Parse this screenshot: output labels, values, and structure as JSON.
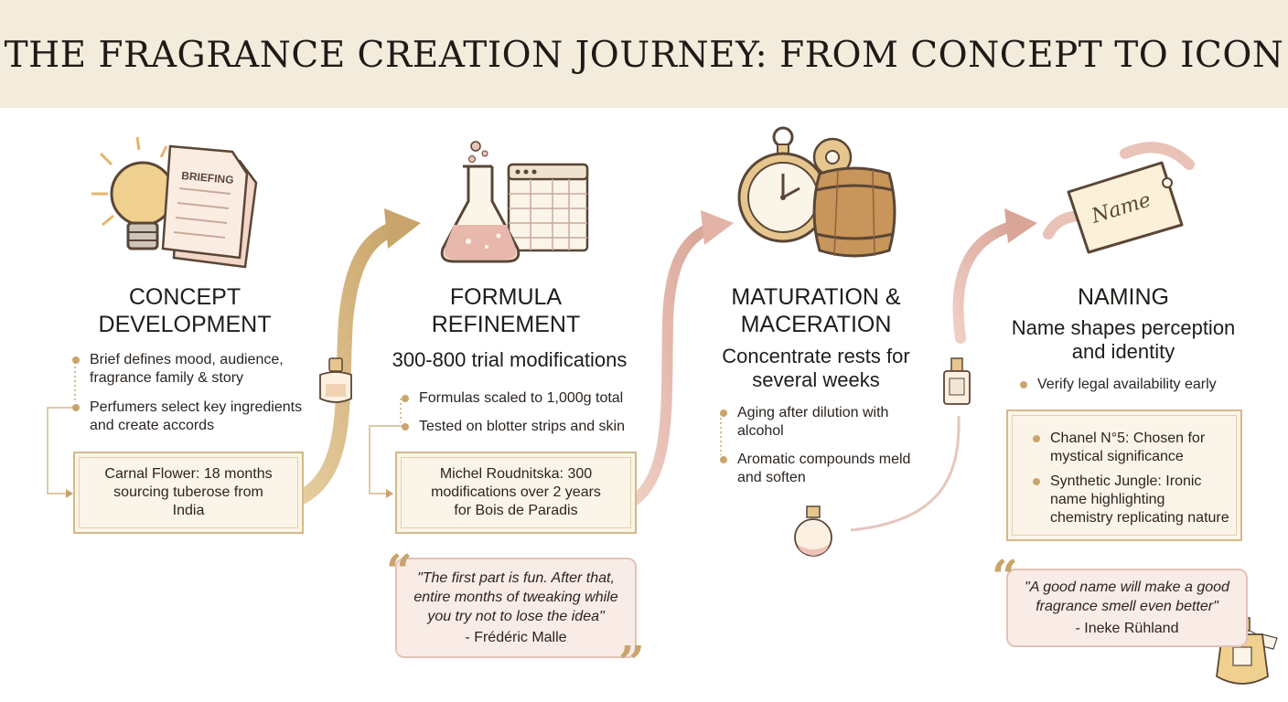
{
  "title": "THE FRAGRANCE CREATION JOURNEY: FROM CONCEPT TO ICON",
  "colors": {
    "header_bg": "#f3ebdb",
    "gold": "#c9a56b",
    "rose": "#e6b9ad",
    "box_bg": "#fbf5e9",
    "quote_bg": "#f9ece7"
  },
  "stages": [
    {
      "title_line1": "CONCEPT",
      "title_line2": "DEVELOPMENT",
      "icon": "lightbulb-briefing-icon",
      "icon_label": "BRIEFING",
      "bullets": [
        "Brief defines mood, audience,",
        "fragrance family & story",
        "Perfumers select key ingredients",
        "and create accords"
      ],
      "box": [
        "Carnal Flower: 18 months",
        "sourcing tuberose from",
        "India"
      ]
    },
    {
      "title_line1": "FORMULA",
      "title_line2": "REFINEMENT",
      "subtitle": "300-800 trial modifications",
      "icon": "flask-spreadsheet-icon",
      "bullets": [
        "Formulas scaled to 1,000g total",
        "Tested on blotter strips and skin"
      ],
      "box": [
        "Michel Roudnitska: 300",
        "modifications over 2 years",
        "for Bois de Paradis"
      ],
      "quote": [
        "\"The first part is fun. After that,",
        "entire months of tweaking while",
        "you try not to lose the idea\""
      ],
      "quote_author": "- Frédéric Malle"
    },
    {
      "title_line1": "MATURATION &",
      "title_line2": "MACERATION",
      "subtitle_line1": "Concentrate rests for",
      "subtitle_line2": "several weeks",
      "icon": "clock-barrel-icon",
      "bullets": [
        "Aging after dilution with",
        "alcohol",
        "Aromatic compounds meld",
        "and soften"
      ]
    },
    {
      "title_line1": "NAMING",
      "subtitle_line1": "Name shapes perception",
      "subtitle_line2": "and identity",
      "icon": "name-tag-icon",
      "icon_label": "Name",
      "bullets": [
        "Verify legal availability early"
      ],
      "box_bullets": [
        "Chanel N°5: Chosen for",
        "mystical significance",
        "Synthetic Jungle: Ironic",
        "name highlighting",
        "chemistry replicating nature"
      ],
      "quote": [
        "\"A good name will make a good",
        "fragrance smell even better\""
      ],
      "quote_author": "- Ineke Rühland"
    }
  ]
}
